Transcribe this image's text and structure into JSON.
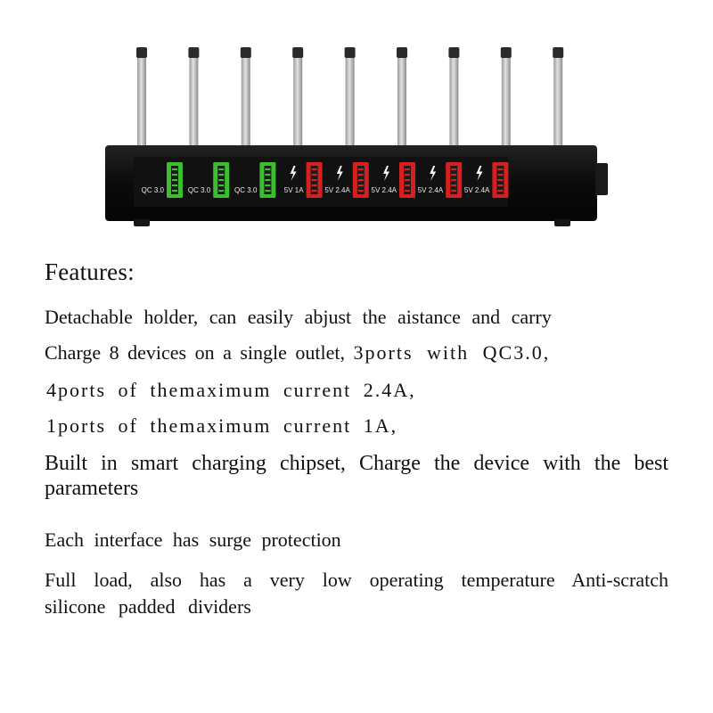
{
  "product": {
    "ports": [
      {
        "label": "QC 3.0",
        "color": "#3bbf2e",
        "bolt": false
      },
      {
        "label": "QC 3.0",
        "color": "#3bbf2e",
        "bolt": false
      },
      {
        "label": "QC 3.0",
        "color": "#3bbf2e",
        "bolt": false
      },
      {
        "label": "5V 1A",
        "color": "#d62020",
        "bolt": true
      },
      {
        "label": "5V 2.4A",
        "color": "#d62020",
        "bolt": true
      },
      {
        "label": "5V 2.4A",
        "color": "#d62020",
        "bolt": true
      },
      {
        "label": "5V 2.4A",
        "color": "#d62020",
        "bolt": true
      },
      {
        "label": "5V 2.4A",
        "color": "#d62020",
        "bolt": true
      }
    ],
    "dividers": 9,
    "body_color": "#0e0e0e",
    "divider_color": "#c8c8c8"
  },
  "features": {
    "title": "Features:",
    "line1": "Detachable holder, can easily abjust the aistance and carry",
    "line2a": "Charge 8 devices on a single outlet,",
    "line2b": "3ports with QC3.0,",
    "line3": "4ports of themaximum current 2.4A,",
    "line4": "1ports of themaximum current 1A,",
    "line5": "Built in smart charging chipset, Charge the device with the best parameters",
    "line6": "Each interface has surge protection",
    "line7": "Full load, also has a very low operating temperature Anti-scratch silicone padded dividers"
  }
}
